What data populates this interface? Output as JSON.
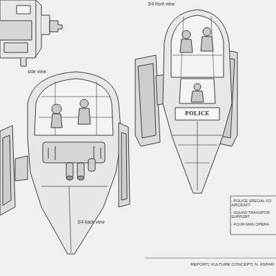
{
  "diagram": {
    "labels": [
      "side view",
      "3/4 front view",
      "3/4 back view",
      "POLICE",
      "- POLICE SPECIAL FO AIRCRAFT",
      "- SQUAD TRANSPOR SUPPORT",
      "- FOUR-MAN OPERA",
      "REPORT| VULTURE CONCEPT| N. ASPAR"
    ]
  }
}
